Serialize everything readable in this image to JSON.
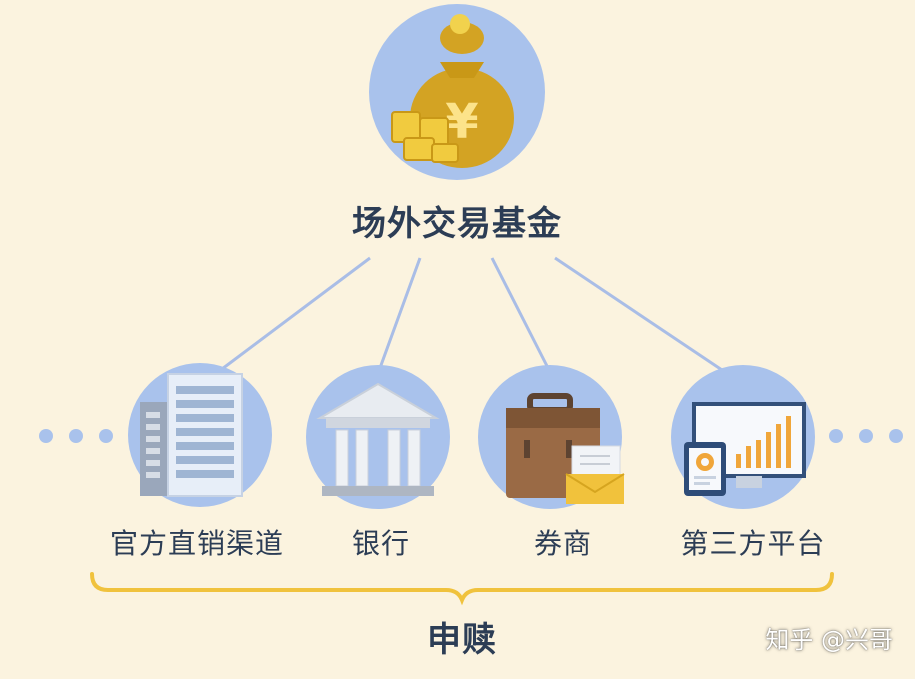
{
  "diagram": {
    "root": {
      "label": "场外交易基金",
      "icon": "money-bag-icon"
    },
    "nodes": [
      {
        "label": "官方直销渠道",
        "icon": "office-building-icon"
      },
      {
        "label": "银行",
        "icon": "bank-icon"
      },
      {
        "label": "券商",
        "icon": "briefcase-icon"
      },
      {
        "label": "第三方平台",
        "icon": "computer-chart-icon"
      }
    ],
    "bracket_label": "申赎",
    "watermark": "知乎 @兴哥"
  },
  "colors": {
    "background": "#fbf3df",
    "circle": "#a9c2ec",
    "connector": "#a9bde6",
    "text": "#2c3d55",
    "bracket": "#f0c23d",
    "dots": "#a9c2ec"
  }
}
